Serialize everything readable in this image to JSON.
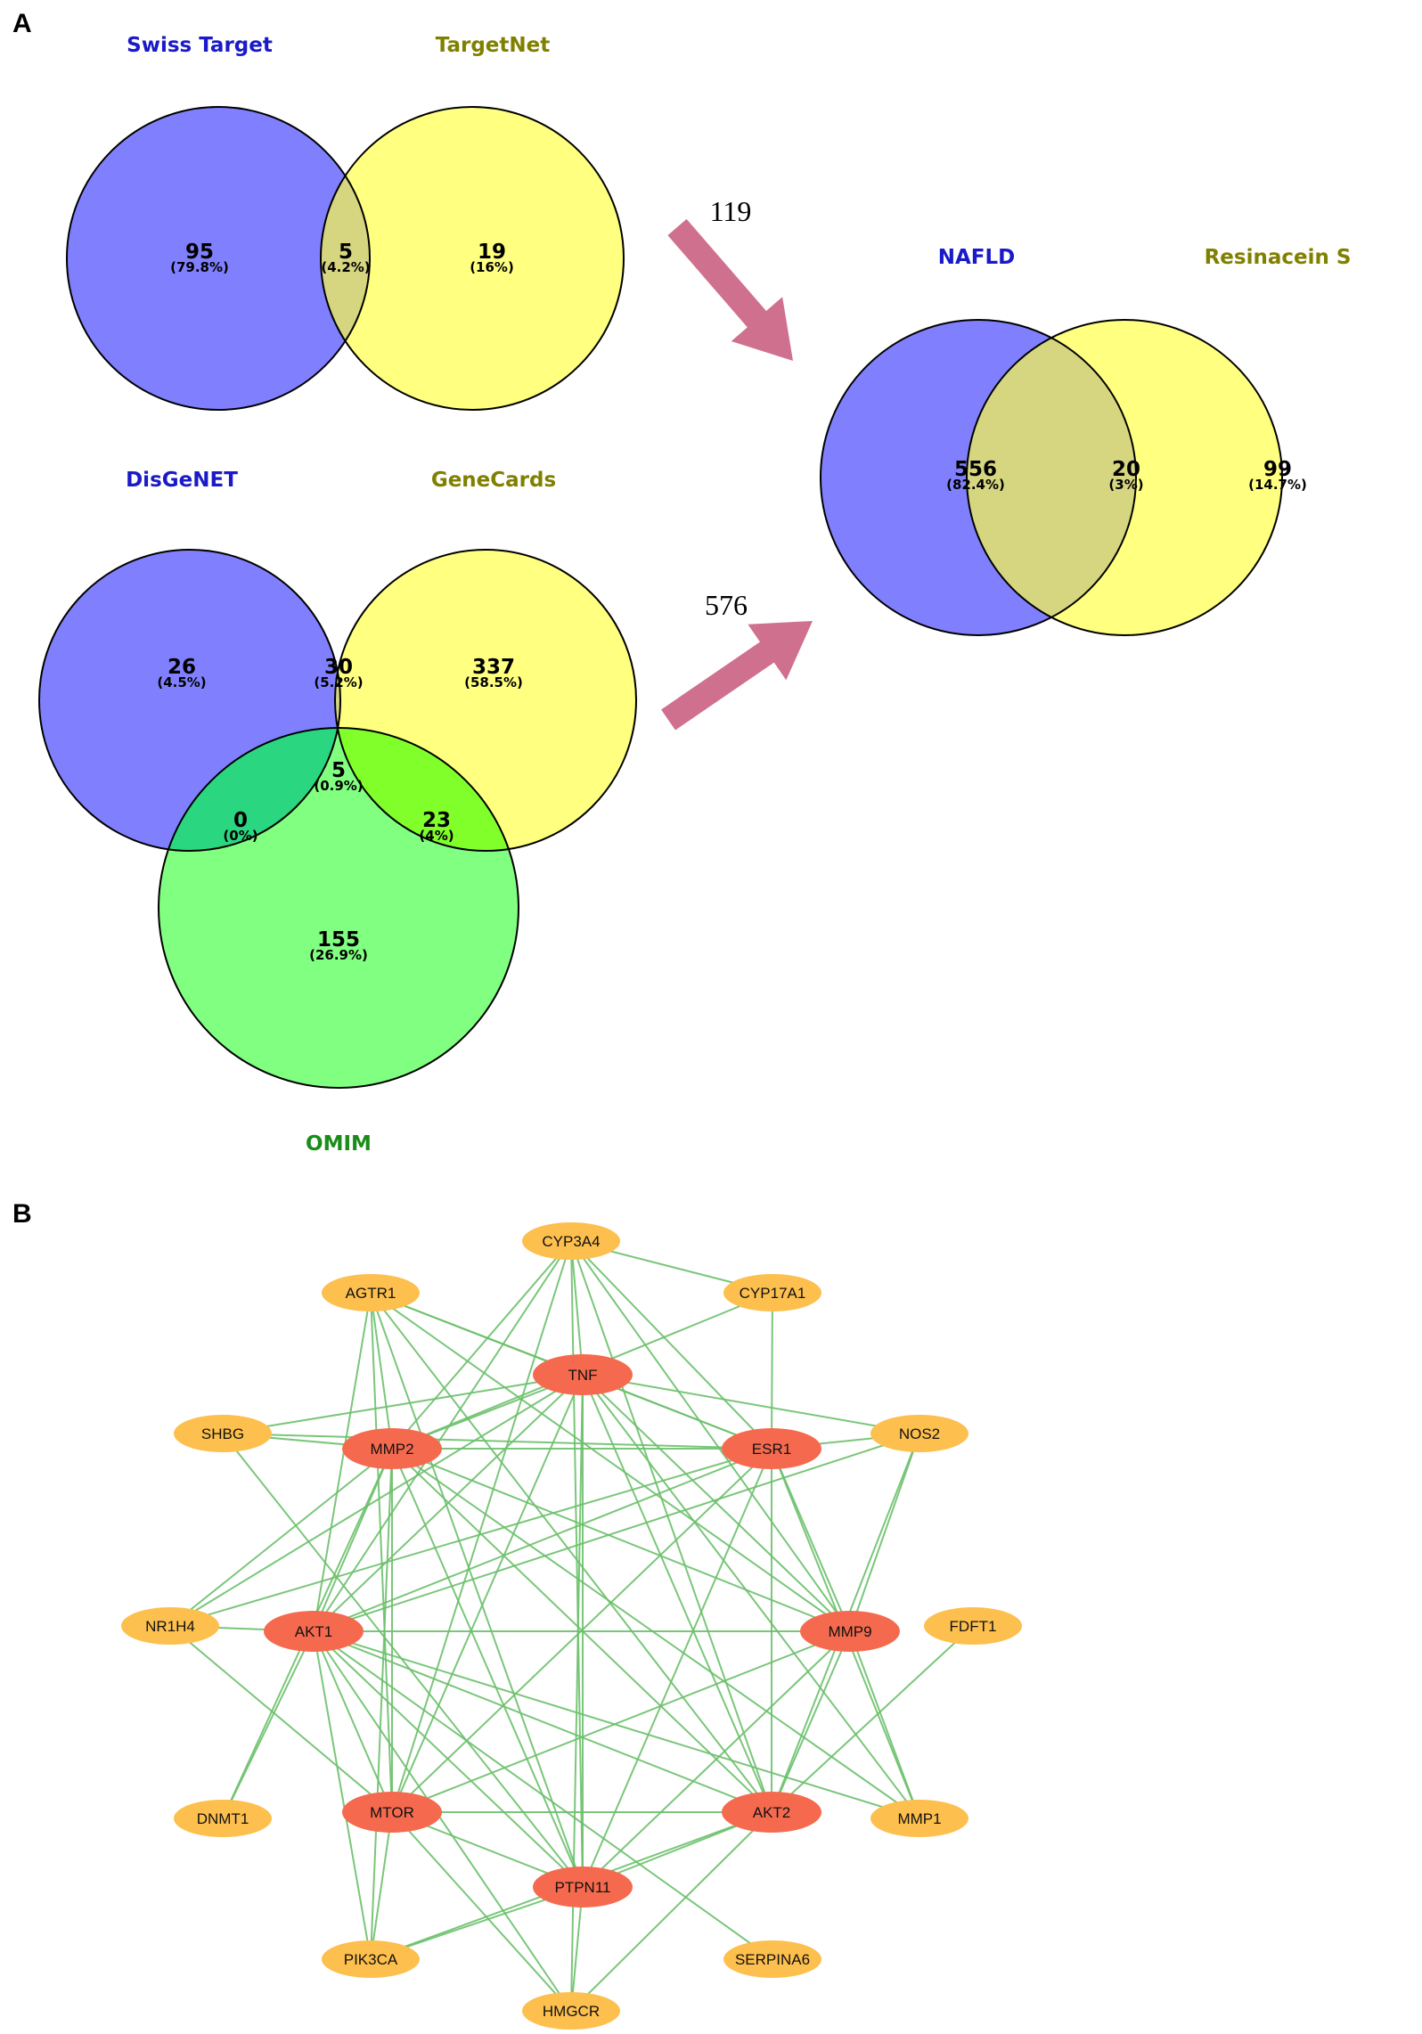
{
  "panels": {
    "a": "A",
    "b": "B"
  },
  "colors": {
    "blue": "#8080ff",
    "yellow": "#ffff80",
    "green": "#80ff80",
    "overlap_by": "#d6d580",
    "overlap_bg": "#2ad680",
    "overlap_yg": "#80ff2a",
    "overlap_all": "#3ae23a",
    "title_blue": "#1a1ac8",
    "title_olive": "#808000",
    "title_green": "#1a8c1a",
    "arrow": "#d0708f",
    "hub_node": "#f56a4e",
    "outer_node": "#fdbf4d",
    "edge": "#6cc06c"
  },
  "venn1": {
    "set_a": "Swiss Target",
    "set_b": "TargetNet",
    "regions": {
      "a_only": {
        "count": "95",
        "pct": "(79.8%)"
      },
      "ab": {
        "count": "5",
        "pct": "(4.2%)"
      },
      "b_only": {
        "count": "19",
        "pct": "(16%)"
      }
    }
  },
  "venn2": {
    "set_a": "DisGeNET",
    "set_b": "GeneCards",
    "set_c": "OMIM",
    "regions": {
      "a_only": {
        "count": "26",
        "pct": "(4.5%)"
      },
      "ab": {
        "count": "30",
        "pct": "(5.2%)"
      },
      "b_only": {
        "count": "337",
        "pct": "(58.5%)"
      },
      "abc": {
        "count": "5",
        "pct": "(0.9%)"
      },
      "ac": {
        "count": "0",
        "pct": "(0%)"
      },
      "bc": {
        "count": "23",
        "pct": "(4%)"
      },
      "c_only": {
        "count": "155",
        "pct": "(26.9%)"
      }
    }
  },
  "venn3": {
    "set_a": "NAFLD",
    "set_b": "Resinacein S",
    "regions": {
      "a_only": {
        "count": "556",
        "pct": "(82.4%)"
      },
      "ab": {
        "count": "20",
        "pct": "(3%)"
      },
      "b_only": {
        "count": "99",
        "pct": "(14.7%)"
      }
    }
  },
  "arrows": {
    "top_label": "119",
    "bottom_label": "576"
  },
  "network": {
    "hub_nodes": [
      "TNF",
      "MMP2",
      "ESR1",
      "AKT1",
      "MMP9",
      "MTOR",
      "AKT2",
      "PTPN11"
    ],
    "outer_nodes": [
      "CYP3A4",
      "AGTR1",
      "CYP17A1",
      "SHBG",
      "NOS2",
      "NR1H4",
      "FDFT1",
      "DNMT1",
      "MMP1",
      "PIK3CA",
      "SERPINA6",
      "HMGCR"
    ],
    "edges": [
      [
        "CYP3A4",
        "CYP17A1"
      ],
      [
        "CYP3A4",
        "TNF"
      ],
      [
        "CYP3A4",
        "ESR1"
      ],
      [
        "CYP3A4",
        "MMP2"
      ],
      [
        "CYP3A4",
        "AKT1"
      ],
      [
        "CYP3A4",
        "MTOR"
      ],
      [
        "CYP3A4",
        "PTPN11"
      ],
      [
        "CYP3A4",
        "AKT2"
      ],
      [
        "CYP3A4",
        "MMP9"
      ],
      [
        "AGTR1",
        "TNF"
      ],
      [
        "AGTR1",
        "ESR1"
      ],
      [
        "AGTR1",
        "MMP2"
      ],
      [
        "AGTR1",
        "AKT1"
      ],
      [
        "AGTR1",
        "MTOR"
      ],
      [
        "AGTR1",
        "PTPN11"
      ],
      [
        "AGTR1",
        "MMP9"
      ],
      [
        "AGTR1",
        "AKT2"
      ],
      [
        "CYP17A1",
        "ESR1"
      ],
      [
        "CYP17A1",
        "MMP2"
      ],
      [
        "SHBG",
        "TNF"
      ],
      [
        "SHBG",
        "ESR1"
      ],
      [
        "SHBG",
        "MMP2"
      ],
      [
        "SHBG",
        "PTPN11"
      ],
      [
        "NOS2",
        "TNF"
      ],
      [
        "NOS2",
        "ESR1"
      ],
      [
        "NOS2",
        "MMP9"
      ],
      [
        "NOS2",
        "AKT1"
      ],
      [
        "NOS2",
        "AKT2"
      ],
      [
        "NR1H4",
        "AKT1"
      ],
      [
        "NR1H4",
        "ESR1"
      ],
      [
        "NR1H4",
        "MMP2"
      ],
      [
        "NR1H4",
        "TNF"
      ],
      [
        "NR1H4",
        "MTOR"
      ],
      [
        "FDFT1",
        "AKT2"
      ],
      [
        "DNMT1",
        "AKT1"
      ],
      [
        "DNMT1",
        "MMP2"
      ],
      [
        "MMP1",
        "MMP9"
      ],
      [
        "MMP1",
        "AKT1"
      ],
      [
        "MMP1",
        "MMP2"
      ],
      [
        "MMP1",
        "TNF"
      ],
      [
        "MMP1",
        "ESR1"
      ],
      [
        "PIK3CA",
        "MTOR"
      ],
      [
        "PIK3CA",
        "AKT1"
      ],
      [
        "PIK3CA",
        "PTPN11"
      ],
      [
        "PIK3CA",
        "AKT2"
      ],
      [
        "PIK3CA",
        "MMP2"
      ],
      [
        "SERPINA6",
        "AKT1"
      ],
      [
        "HMGCR",
        "PTPN11"
      ],
      [
        "HMGCR",
        "MTOR"
      ],
      [
        "HMGCR",
        "AKT1"
      ],
      [
        "HMGCR",
        "AKT2"
      ],
      [
        "HMGCR",
        "TNF"
      ],
      [
        "TNF",
        "MMP2"
      ],
      [
        "TNF",
        "ESR1"
      ],
      [
        "TNF",
        "AKT1"
      ],
      [
        "TNF",
        "MMP9"
      ],
      [
        "TNF",
        "MTOR"
      ],
      [
        "TNF",
        "AKT2"
      ],
      [
        "TNF",
        "PTPN11"
      ],
      [
        "MMP2",
        "ESR1"
      ],
      [
        "MMP2",
        "AKT1"
      ],
      [
        "MMP2",
        "MMP9"
      ],
      [
        "MMP2",
        "MTOR"
      ],
      [
        "MMP2",
        "AKT2"
      ],
      [
        "MMP2",
        "PTPN11"
      ],
      [
        "ESR1",
        "AKT1"
      ],
      [
        "ESR1",
        "MMP9"
      ],
      [
        "ESR1",
        "MTOR"
      ],
      [
        "ESR1",
        "AKT2"
      ],
      [
        "ESR1",
        "PTPN11"
      ],
      [
        "AKT1",
        "MMP9"
      ],
      [
        "AKT1",
        "MTOR"
      ],
      [
        "AKT1",
        "AKT2"
      ],
      [
        "AKT1",
        "PTPN11"
      ],
      [
        "MMP9",
        "MTOR"
      ],
      [
        "MMP9",
        "AKT2"
      ],
      [
        "MMP9",
        "PTPN11"
      ],
      [
        "MTOR",
        "AKT2"
      ],
      [
        "MTOR",
        "PTPN11"
      ],
      [
        "AKT2",
        "PTPN11"
      ]
    ]
  }
}
